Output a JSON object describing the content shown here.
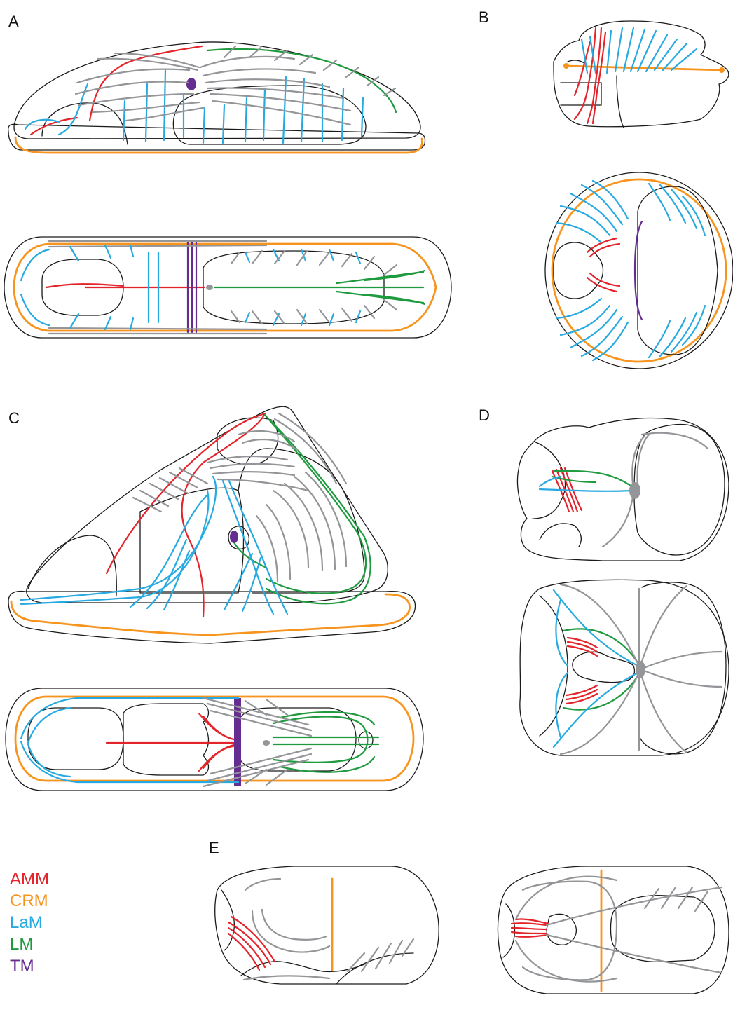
{
  "figure": {
    "panels": [
      {
        "id": "A",
        "label": "A"
      },
      {
        "id": "B",
        "label": "B"
      },
      {
        "id": "C",
        "label": "C"
      },
      {
        "id": "D",
        "label": "D"
      },
      {
        "id": "E",
        "label": "E"
      }
    ]
  },
  "legend": {
    "items": [
      {
        "key": "AMM",
        "label": "AMM",
        "color": "#e3242b"
      },
      {
        "key": "CRM",
        "label": "CRM",
        "color": "#f7941d"
      },
      {
        "key": "LaM",
        "label": "LaM",
        "color": "#27aae1"
      },
      {
        "key": "LM",
        "label": "LM",
        "color": "#1f9a3f"
      },
      {
        "key": "TM",
        "label": "TM",
        "color": "#662d91"
      }
    ]
  },
  "colors": {
    "outline": "#1a1a1a",
    "gray_muscle": "#939598"
  }
}
